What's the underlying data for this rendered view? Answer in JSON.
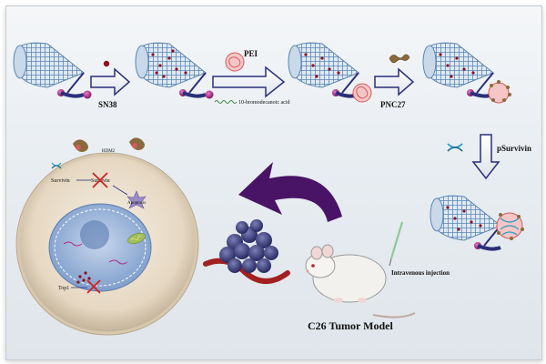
{
  "labels": {
    "sn38": "SN38",
    "pei": "PEI",
    "linker": "10-bromodecanoic acid",
    "pnc27": "PNC27",
    "psurvivin": "pSurvivin",
    "intravenous": "Intravenous injection",
    "tumor_model": "C26 Tumor Model",
    "cell_receptor": "HDM2",
    "survivin_text": "Survivin",
    "apoptosis": "Apoptosis",
    "top1": "Top1"
  },
  "colors": {
    "nanotube": "#7aa2c8",
    "chain": "#2a2f7a",
    "bead": "#b02a8c",
    "drug": "#8a1020",
    "pei": "#d65a5a",
    "peptide": "#8a6a3a",
    "arrow_purple": "#4a1466",
    "cell_outer": "#e8dccb",
    "nucleus": "#6f8fc0"
  },
  "icons": {
    "flow-arrow": "right-arrow",
    "down-arrow": "down-arrow",
    "dna": "dna-icon",
    "mouse": "mouse-icon",
    "syringe": "syringe-icon",
    "cross": "x-cross-icon"
  }
}
